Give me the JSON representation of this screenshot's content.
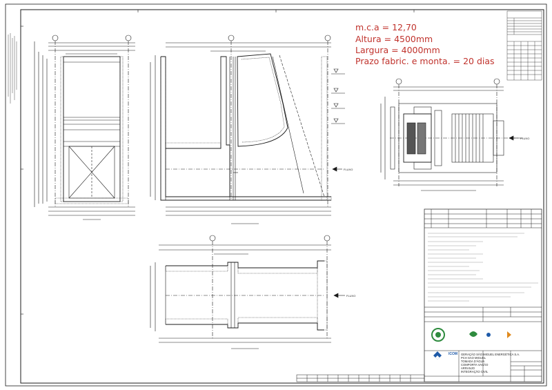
{
  "specs": {
    "mca": "m.c.a = 12,70",
    "altura": "Altura = 4500mm",
    "largura": "Largura = 4000mm",
    "prazo": "Prazo fabric. e monta. = 20 dias"
  },
  "colors": {
    "annotation": "#c0322c",
    "line": "#1a1a1a",
    "logo_green": "#2e8b3e",
    "logo_blue": "#1e5aa8",
    "logo_orange": "#e08a1e"
  },
  "title_block": {
    "client": "GERAÇÃO SÃO MIGUEL ENERGÉTICA S.A.",
    "project": "PCH SAO MIGUEL",
    "subject_1": "TOMADA D'ÁGUA",
    "subject_2": "COMPORTA VAGÃO",
    "subject_3": "ARRANJO",
    "subject_4": "INTEGRAÇÃO CIVIL",
    "company": "ICOM"
  },
  "flow_labels": {
    "flow": "FLUXO"
  }
}
